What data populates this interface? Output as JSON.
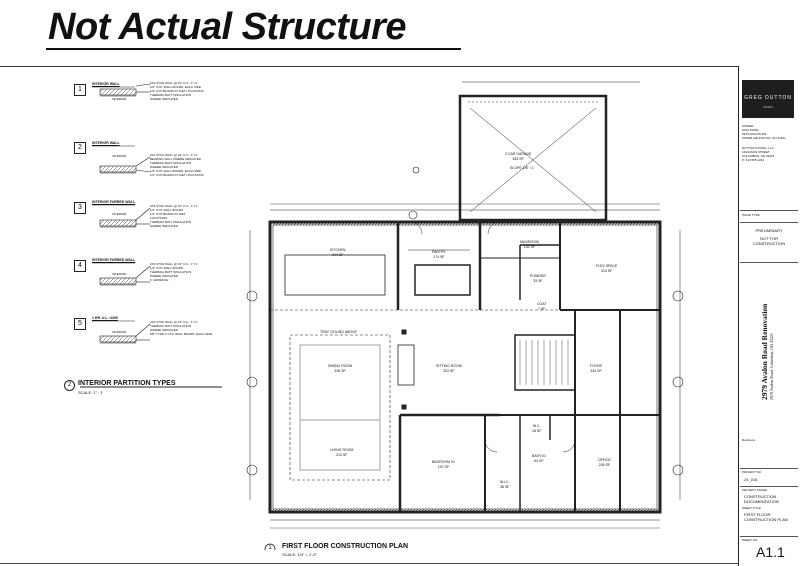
{
  "banner": {
    "text": "Not Actual Structure"
  },
  "wall_types": [
    {
      "num": "1",
      "title": "INTERIOR WALL",
      "interior": "INTERIOR",
      "notes": [
        "2X4 STUD WALL @ 16\" O.C., 1\"=1'",
        "1/2\" GYP. WALL BOARD, EACH SIDE",
        "1/2\" GYP BOARD AT WET LOCATIONS",
        "THERMAL BATT INSULATION",
        "WHERE INDICATED"
      ]
    },
    {
      "num": "2",
      "title": "INTERIOR WALL",
      "interior": "INTERIOR",
      "notes": [
        "2X4 STUD WALL @ 16\" O.C., 1\"=1'",
        "BEARING WALL WHERE INDICATED",
        "THERMAL BATT INSULATION",
        "WHERE INDICATED",
        "1/2\" GYP. WALL BOARD, EACH SIDE",
        "1/2\" GYP BOARD AT WET LOCATIONS"
      ]
    },
    {
      "num": "3",
      "title": "INTERIOR FURRED WALL",
      "interior": "INTERIOR",
      "notes": [
        "2X4 STUD WALL @ 16\" O.C., 1\"=1'",
        "1/2\" GYP. WALL BOARD",
        "1/2\" GYP BOARD AT WET",
        "LOCATIONS",
        "THERMAL BATT INSULATION",
        "WHERE INDICATED"
      ]
    },
    {
      "num": "4",
      "title": "INTERIOR FURRED WALL",
      "interior": "INTERIOR",
      "notes": [
        "2X4 STUD WALL @ 16\" O.C., 1\"=1'",
        "1/2\" GYP. WALL BOARD",
        "THERMAL BATT INSULATION",
        "WHERE INDICATED",
        "1\" AIRSPACE"
      ]
    },
    {
      "num": "5",
      "title": "1 HR. U.L. U305",
      "interior": "INTERIOR",
      "notes": [
        "2X4 STUD WALL @ 16\" O.C., 1\"=1'",
        "THERMAL BATT INSULATION",
        "WHERE INDICATED",
        "5/8\" TYPE X GYP. WALL BOARD, EACH SIDE"
      ]
    }
  ],
  "legend": {
    "num": "2",
    "title": "INTERIOR PARTITION TYPES",
    "scale": "SCALE: 1\" : 1'"
  },
  "plan": {
    "num": "1",
    "title": "FIRST FLOOR CONSTRUCTION PLAN",
    "scale": "SCALE: 1/4\" = 1'-0\"",
    "rooms": {
      "garage": [
        "2 CAR GARAGE",
        "533 SF"
      ],
      "garage_slope": "SLOPE 1/8\" / 1'",
      "kitchen": [
        "KITCHEN",
        "344 SF"
      ],
      "pantry": [
        "PANTRY",
        "174 SF"
      ],
      "mudroom": [
        "MUDROOM",
        "142 SF"
      ],
      "powder": [
        "POWDER",
        "33 SF"
      ],
      "coat": [
        "COAT",
        "7 SF"
      ],
      "flex": [
        "FLEX SPACE",
        "314 SF"
      ],
      "tray": "TRAY CEILING ABOVE",
      "dining": [
        "DINING ROOM",
        "328 SF"
      ],
      "sitting": [
        "SITTING ROOM",
        "202 SF"
      ],
      "living": [
        "LIVING ROOM",
        "213 SF"
      ],
      "bedroom": [
        "BEDROOM 01",
        "197 SF"
      ],
      "foyer": [
        "FOYER",
        "344 SF"
      ],
      "wic": [
        "W.I.C.",
        "38 SF"
      ],
      "wc": [
        "W.C.",
        "18 SF"
      ],
      "bath": [
        "BATH 01",
        "64 SF"
      ],
      "office": [
        "OFFICE",
        "205 SF"
      ]
    }
  },
  "title_block": {
    "logo": "GREG DUTTON",
    "logo_sub": "STUDIO",
    "owner_label": "OWNER",
    "owner_name": "GINA PATEL",
    "owner_addr": [
      "2979 AVALON RD.",
      "UPPER ARLINGTON, OH 43221"
    ],
    "firm": "DUTTON STUDIO, LLC",
    "firm_addr": [
      "1234 MAIN STREET",
      "COLUMBUS, OH 43215",
      "P: 614.555.1234"
    ],
    "status_label": "ISSUE TYPE",
    "status": [
      "PRELIMINARY",
      "NOT FOR",
      "CONSTRUCTION"
    ],
    "project": "2979 Avalon Road Renovation",
    "address": "2979 Avalon Road, Columbus, OH 43221",
    "project_no_label": "PROJECT NO",
    "project_no": "24_018",
    "phase_label": "PROJECT PHASE",
    "phase": [
      "CONSTRUCTION",
      "DOCUMENTATION"
    ],
    "sheet_title_label": "SHEET TITLE",
    "sheet_title": [
      "FIRST FLOOR",
      "CONSTRUCTION PLAN"
    ],
    "sheet_no_label": "SHEET NO",
    "sheet_no": "A1.1",
    "revisions_label": "Revisions"
  }
}
